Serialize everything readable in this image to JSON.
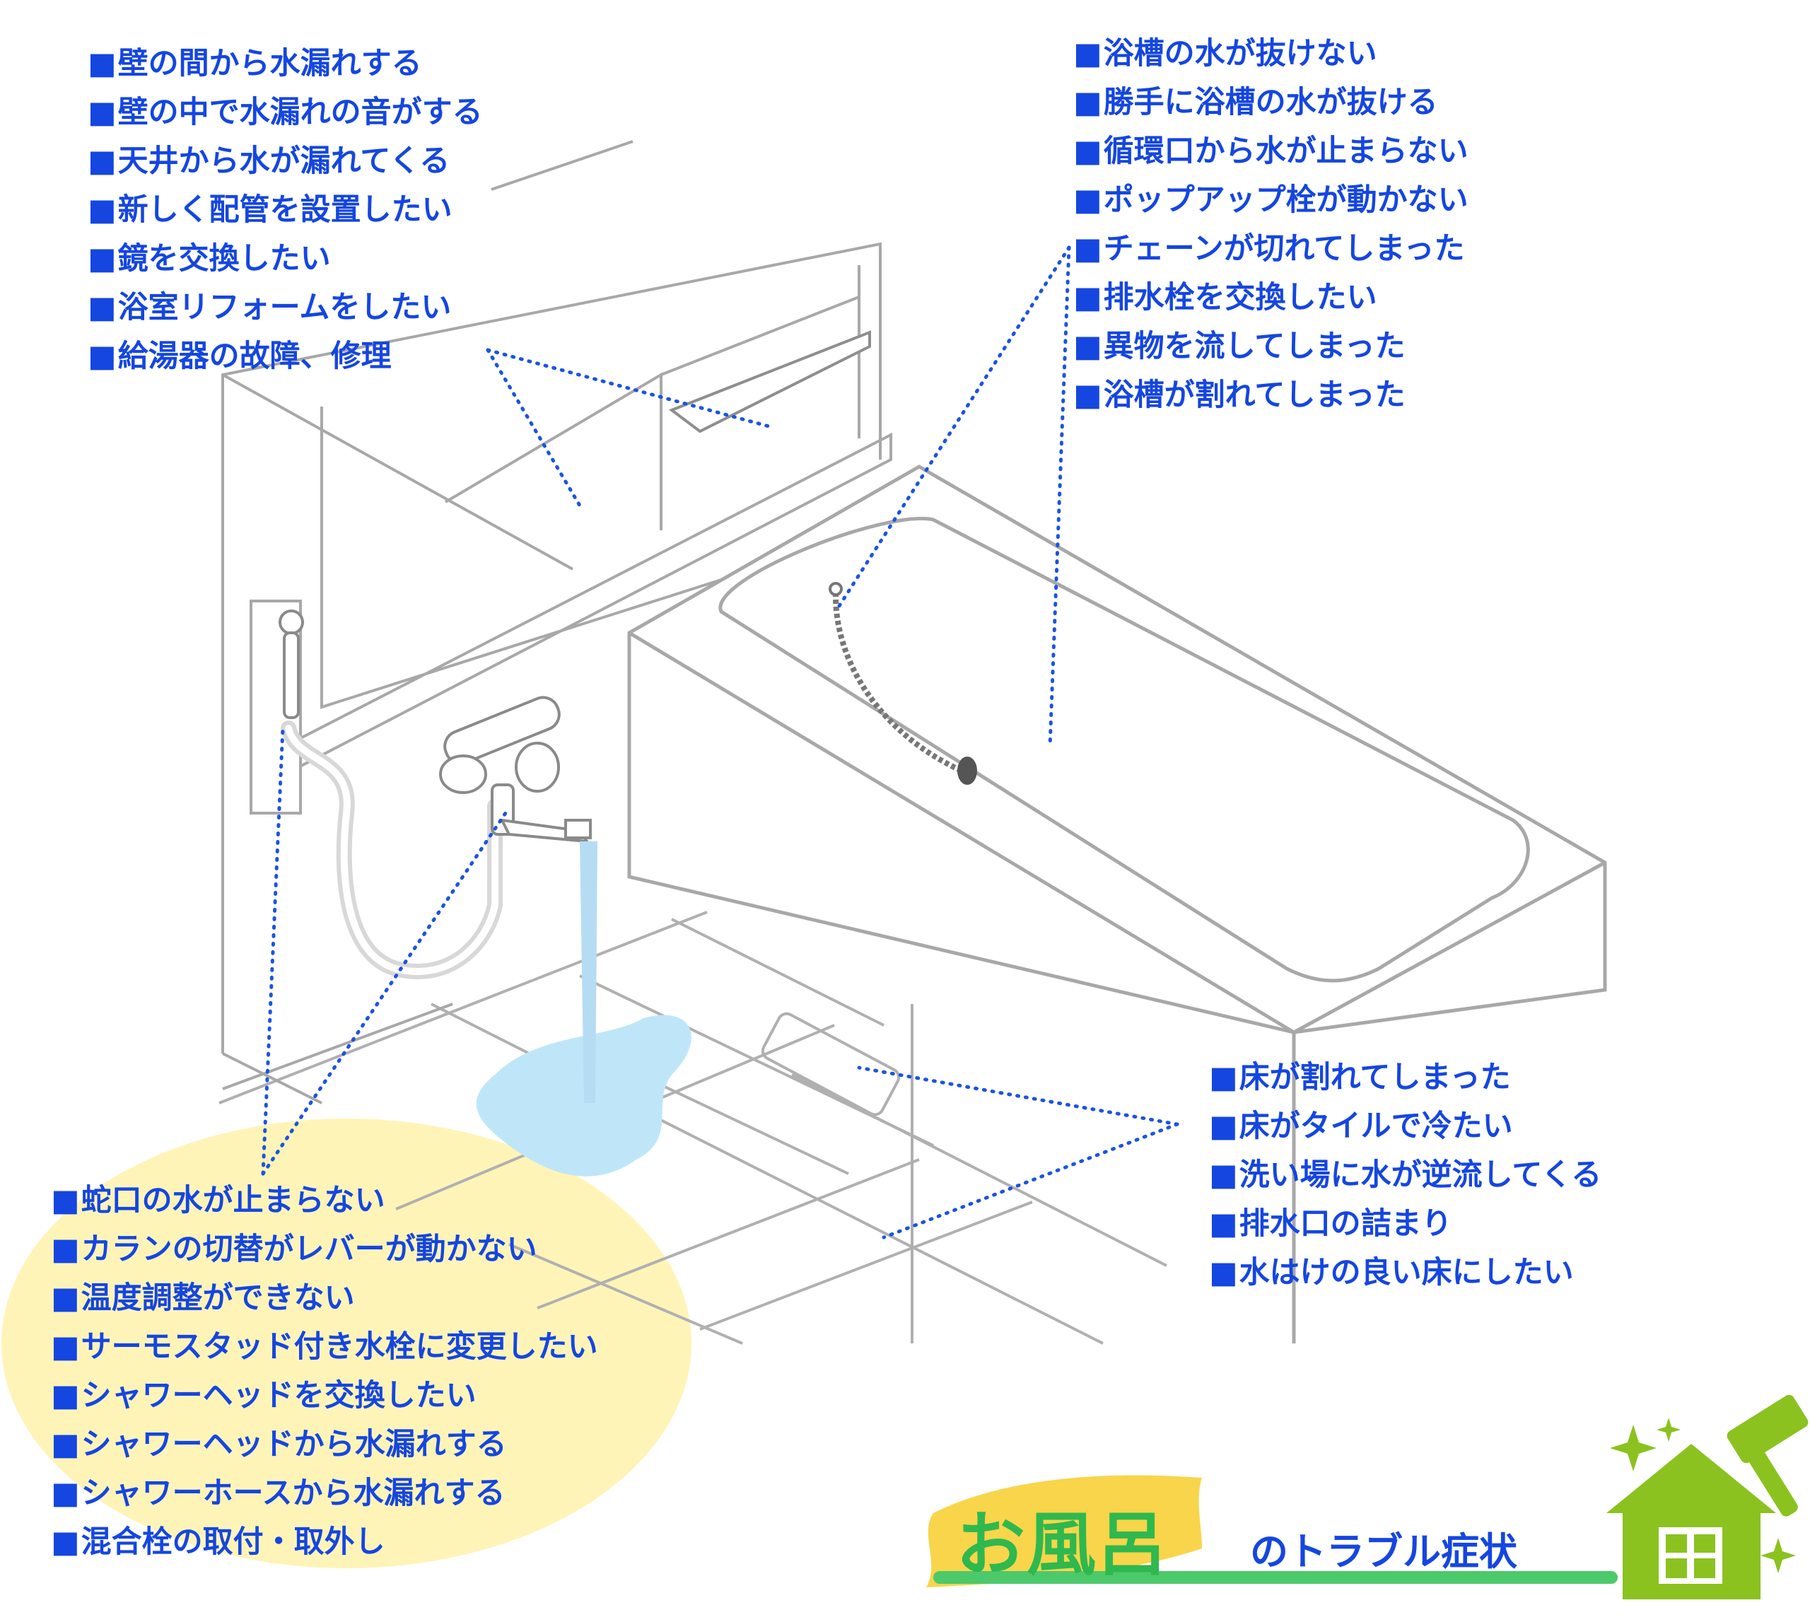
{
  "top_left_items": [
    "壁の間から水漏れする",
    "壁の中で水漏れの音がする",
    "天井から水が漏れてくる",
    "新しく配管を設置したい",
    "鏡を交換したい",
    "浴室リフォームをしたい",
    "給湯器の故障、修理"
  ],
  "top_right_items": [
    "浴槽の水が抜けない",
    "勝手に浴槽の水が抜ける",
    "循環口から水が止まらない",
    "ポップアップ栓が動かない",
    "チェーンが切れてしまった",
    "排水栓を交換したい",
    "異物を流してしまった",
    "浴槽が割れてしまった"
  ],
  "bottom_left_items": [
    "蛇口の水が止まらない",
    "カランの切替がレバーが動かない",
    "温度調整ができない",
    "サーモスタッド付き水栓に変更したい",
    "シャワーヘッドを交換したい",
    "シャワーヘッドから水漏れする",
    "シャワーホースから水漏れする",
    "混合栓の取付・取外し"
  ],
  "bottom_right_items": [
    "床が割れてしまった",
    "床がタイルで冷たい",
    "洗い場に水が逆流してくる",
    "排水口の詰まり",
    "水はけの良い床にしたい"
  ],
  "title": {
    "main": "お風呂",
    "sub": "のトラブル症状"
  },
  "icons": {
    "house": "house-icon",
    "hammer": "hammer-icon",
    "sparkle": "sparkle-icon"
  },
  "colors": {
    "text_blue": "#1546e0",
    "title_green": "#2fb84e",
    "yellow_highlight": "#fff4b8",
    "brush_yellow": "#f8d54a",
    "water_blue": "#bfe6f8",
    "icon_green": "#8bc21f",
    "line_gray": "#a8a8a8"
  }
}
